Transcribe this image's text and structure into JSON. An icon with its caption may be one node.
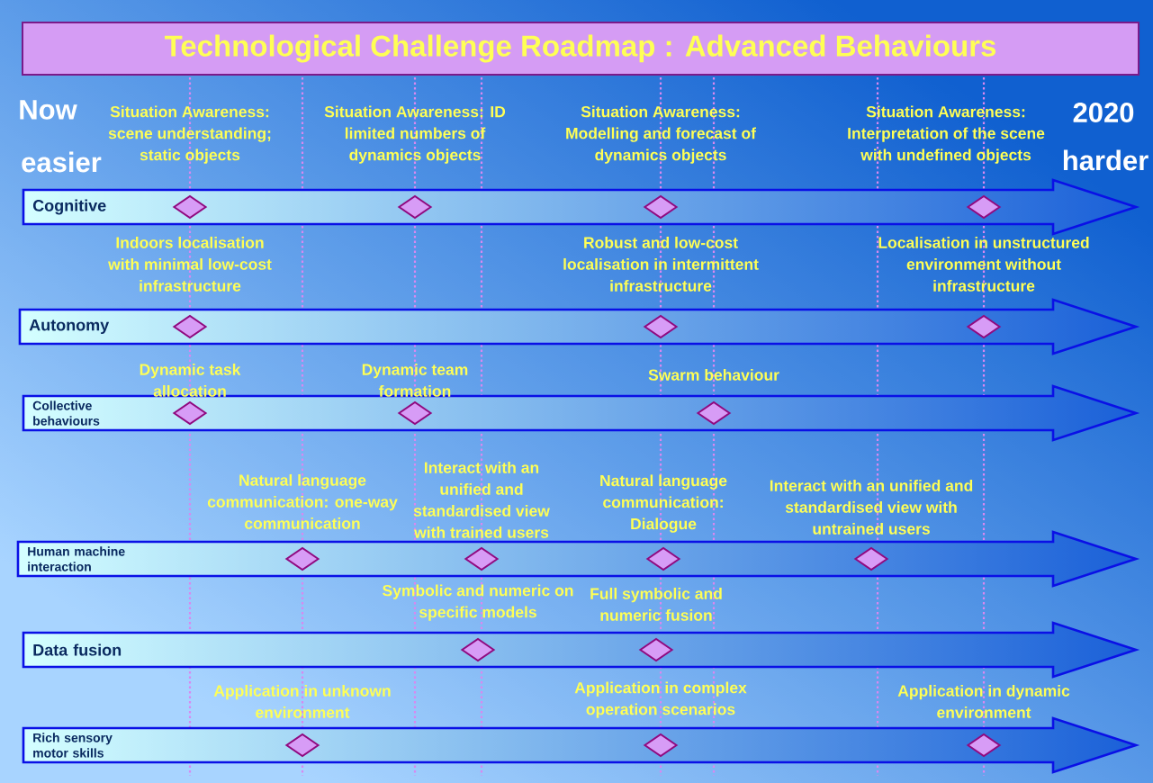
{
  "diagram": {
    "title": "Technological Challenge Roadmap : Advanced Behaviours",
    "nodes": [
      {
        "text": [
          "Cognitive"
        ]
      },
      {
        "text": [],
        "shape": "diamond",
        "in": 0,
        "beside": [
          "Situation Awareness: scene understanding; static objects"
        ]
      },
      {
        "text": [],
        "shape": "diamond",
        "in": 0,
        "beside": [
          "Situation Awareness: ID limited numbers of dynamics objects"
        ]
      },
      {
        "text": [],
        "shape": "diamond",
        "in": 0,
        "beside": [
          "Situation Awareness: Modelling and forecast of dynamics objects"
        ]
      },
      {
        "text": [],
        "shape": "diamond",
        "in": 0,
        "beside": [
          "Situation Awareness: Interpretation of the scene with undefined objects"
        ]
      },
      {
        "text": [
          "Autonomy"
        ]
      },
      {
        "text": [],
        "shape": "diamond",
        "in": 5,
        "beside": [
          "Indoors localisation with minimal low-cost infrastructure"
        ]
      },
      {
        "text": [],
        "shape": "diamond",
        "in": 5,
        "beside": [
          "Robust and low-cost localisation in intermittent infrastructure"
        ]
      },
      {
        "text": [],
        "shape": "diamond",
        "in": 5,
        "beside": [
          "Localisation in unstructured environment without infrastructure"
        ]
      },
      {
        "text": [
          "Collective behaviours"
        ]
      },
      {
        "text": [],
        "shape": "diamond",
        "in": 9,
        "beside": [
          "Dynamic task allocation"
        ]
      },
      {
        "text": [],
        "shape": "diamond",
        "in": 9,
        "beside": [
          "Dynamic team formation"
        ]
      },
      {
        "text": [],
        "shape": "diamond",
        "in": 9,
        "beside": [
          "Swarm behaviour"
        ]
      },
      {
        "text": [
          "Human machine interaction"
        ]
      },
      {
        "text": [],
        "shape": "diamond",
        "in": 13,
        "beside": [
          "Natural language communication: one-way communication"
        ]
      },
      {
        "text": [],
        "shape": "diamond",
        "in": 13,
        "beside": [
          "Interact with an unified and standardised view with trained users"
        ]
      },
      {
        "text": [],
        "shape": "diamond",
        "in": 13,
        "beside": [
          "Natural language communication: Dialogue"
        ]
      },
      {
        "text": [],
        "shape": "diamond",
        "in": 13,
        "beside": [
          "Interact with an unified and standardised view with untrained users"
        ]
      },
      {
        "text": [
          "Data fusion"
        ]
      },
      {
        "text": [],
        "shape": "diamond",
        "in": 18,
        "beside": [
          "Symbolic and numeric on specific models"
        ]
      },
      {
        "text": [],
        "shape": "diamond",
        "in": 18,
        "beside": [
          "Full symbolic and numeric fusion"
        ]
      },
      {
        "text": [
          "Rich sensory motor skills"
        ]
      },
      {
        "text": [],
        "shape": "diamond",
        "in": 21,
        "beside": [
          "Application in unknown environment"
        ]
      },
      {
        "text": [],
        "shape": "diamond",
        "in": 21,
        "beside": [
          "Application in complex operation scenarios"
        ]
      },
      {
        "text": [],
        "shape": "diamond",
        "in": 21,
        "beside": [
          "Application in dynamic environment"
        ]
      }
    ],
    "labels": [
      "Now",
      "easier",
      "2020",
      "harder"
    ]
  }
}
